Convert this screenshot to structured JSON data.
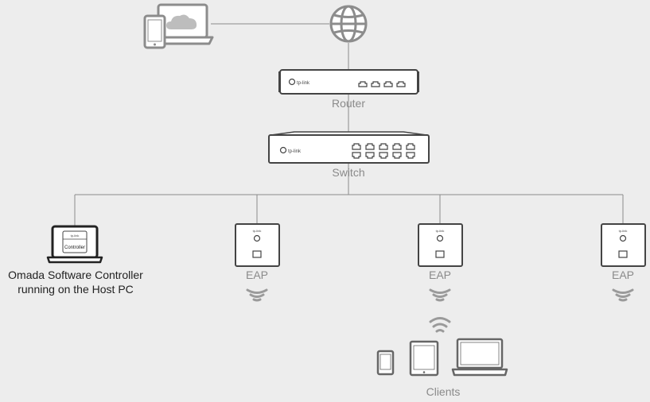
{
  "labels": {
    "router": "Router",
    "switch": "Switch",
    "eap": "EAP",
    "clients": "Clients",
    "controller_line1": "Omada Software Controller",
    "controller_line2": "running on the Host PC"
  },
  "device_text": {
    "brand": "tp-link",
    "screen_label": "Controller"
  },
  "colors": {
    "background": "#ededed",
    "line": "#8c8c8c",
    "device_fill": "#ffffff",
    "device_stroke": "#444444",
    "label_text": "#8a8a8a",
    "controller_text": "#222222",
    "icon_gray": "#9a9a9a"
  }
}
